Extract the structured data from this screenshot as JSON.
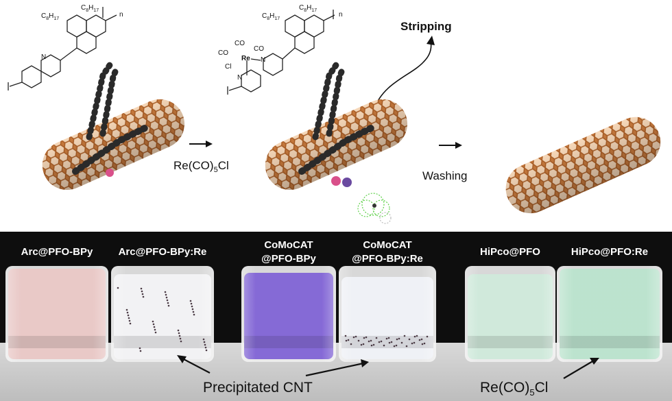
{
  "scheme": {
    "reagent_main": "Re(CO)",
    "reagent_sub": "5",
    "reagent_tail": "Cl",
    "washing": "Washing",
    "stripping": "Stripping",
    "polymer1": {
      "c8a": "C",
      "c8a_sub": "8",
      "c8a_h": "H",
      "c8a_hsub": "17",
      "c8b": "C",
      "c8b_sub": "8",
      "c8b_h": "H",
      "c8b_hsub": "17",
      "n": "n",
      "N": "N"
    },
    "complex": {
      "co1": "CO",
      "co2": "CO",
      "co3": "CO",
      "re": "Re",
      "cl": "Cl",
      "N1": "N",
      "N2": "N"
    }
  },
  "photo": {
    "vials": [
      {
        "label": "Arc@PFO-BPy",
        "liquid": "#e8c6c4"
      },
      {
        "label": "Arc@PFO-BPy:Re",
        "liquid": "#f1f1f3"
      },
      {
        "label": "CoMoCAT",
        "label2": "@PFO-BPy",
        "liquid": "#7f62d4"
      },
      {
        "label": "CoMoCAT",
        "label2": "@PFO-BPy:Re",
        "liquid": "#eef0f5"
      },
      {
        "label": "HiPco@PFO",
        "liquid": "#cde8d9"
      },
      {
        "label": "HiPco@PFO:Re",
        "liquid": "#b9e2cc"
      }
    ],
    "callout_left": "Precipitated CNT",
    "callout_right_main": "Re(CO)",
    "callout_right_sub": "5",
    "callout_right_tail": "Cl"
  }
}
